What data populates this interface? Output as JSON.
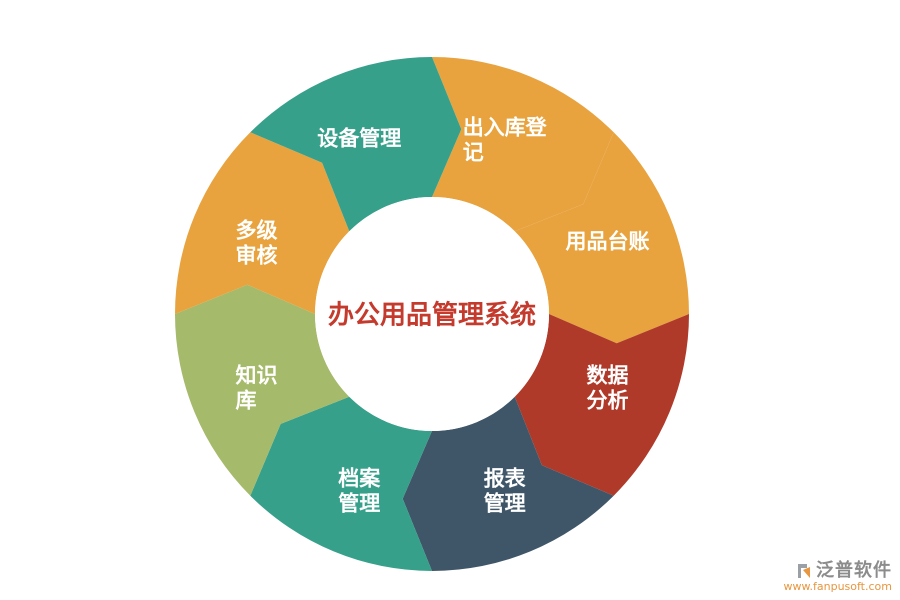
{
  "center": {
    "label": "办公用品管理系统",
    "color": "#c43b2e"
  },
  "segments": [
    {
      "key": "in-out-registration",
      "label": "出入库登记",
      "lines": [
        "出入库登",
        "记"
      ],
      "color": "#e8a33f"
    },
    {
      "key": "supplies-ledger",
      "label": "用品台账",
      "lines": [
        "用品台账"
      ],
      "color": "#e8a33f"
    },
    {
      "key": "data-analysis",
      "label": "数据分析",
      "lines": [
        "数据",
        "分析"
      ],
      "color": "#b03a2a"
    },
    {
      "key": "report-management",
      "label": "报表管理",
      "lines": [
        "报表",
        "管理"
      ],
      "color": "#3e5668"
    },
    {
      "key": "archive-management",
      "label": "档案管理",
      "lines": [
        "档案",
        "管理"
      ],
      "color": "#36a08a"
    },
    {
      "key": "knowledge-base",
      "label": "知识库",
      "lines": [
        "知识",
        "库"
      ],
      "color": "#a5ba6b"
    },
    {
      "key": "multi-level-audit",
      "label": "多级审核",
      "lines": [
        "多级",
        "审核"
      ],
      "color": "#e8a33f"
    },
    {
      "key": "equipment-management",
      "label": "设备管理",
      "lines": [
        "设备管理"
      ],
      "color": "#36a08a"
    }
  ],
  "watermark": {
    "brand": "泛普软件",
    "brand_color": "#8c8c8c",
    "url": "www.fanpusoft.com",
    "url_color": "#e8963f",
    "logo_orange": "#e8963f",
    "logo_gray": "#9aa0a6"
  }
}
